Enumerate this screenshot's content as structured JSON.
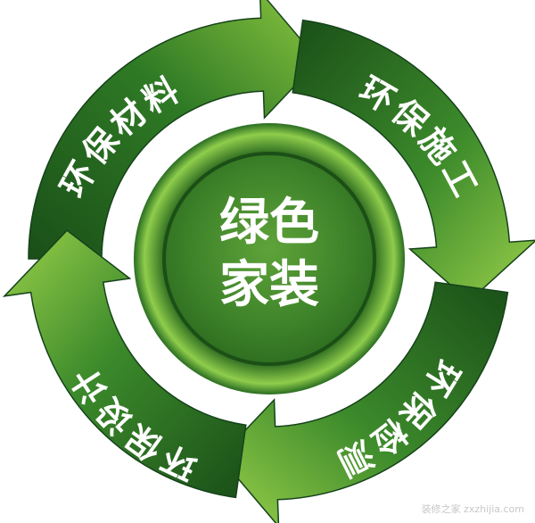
{
  "center": {
    "line1": "绿色",
    "line2": "家装"
  },
  "segments": [
    {
      "id": "materials",
      "label": "环保材料"
    },
    {
      "id": "construction",
      "label": "环保施工"
    },
    {
      "id": "inspection",
      "label": "环保检测"
    },
    {
      "id": "design",
      "label": "环保设计"
    }
  ],
  "watermark": "装修之家 zxzhijia.com",
  "colors": {
    "dark_green": "#1f5a1c",
    "mid_green": "#3d8a2a",
    "light_green": "#8cc63f",
    "center_green": "#3a7d2a"
  }
}
